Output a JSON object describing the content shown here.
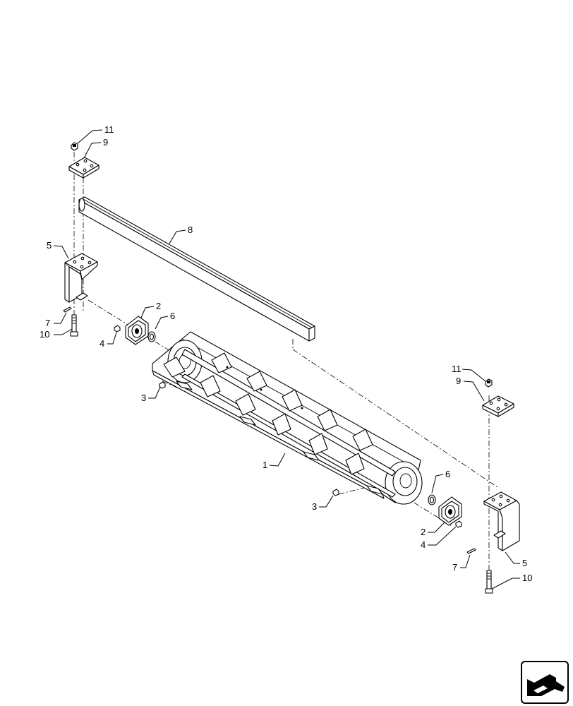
{
  "callouts": {
    "c11a": "11",
    "c9a": "9",
    "c8": "8",
    "c5a": "5",
    "c2a": "2",
    "c6a": "6",
    "c7a": "7",
    "c10a": "10",
    "c4a": "4",
    "c3a": "3",
    "c11b": "11",
    "c9b": "9",
    "c1": "1",
    "c6b": "6",
    "c3b": "3",
    "c2b": "2",
    "c4b": "4",
    "c5b": "5",
    "c7b": "7",
    "c10b": "10"
  },
  "nav_icon": "return-arrow-icon"
}
